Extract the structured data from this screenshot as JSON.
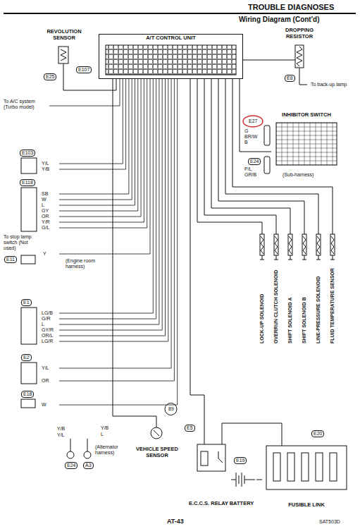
{
  "diagram": {
    "title": "TROUBLE DIAGNOSES",
    "nodes": [
      {
        "text": [
          "REVOLUTION SENSOR"
        ]
      },
      {
        "text": [
          "A/T CONTROL UNIT"
        ]
      },
      {
        "text": [
          "DROPPING RESISTOR"
        ]
      },
      {
        "text": [
          "INHIBITOR SWITCH"
        ]
      },
      {
        "text": [
          "LOCK-UP SOLENOID"
        ]
      },
      {
        "text": [
          "OVERRUN CLUTCH SOLENOID"
        ]
      },
      {
        "text": [
          "SHIFT SOLENOID A"
        ]
      },
      {
        "text": [
          "SHIFT SOLENOID B"
        ]
      },
      {
        "text": [
          "LINE-PRESSURE SOLENOID"
        ]
      },
      {
        "text": [
          "FLUID TEMPERATURE SENSOR"
        ]
      },
      {
        "text": [
          "VEHICLE SPEED SENSOR"
        ]
      },
      {
        "text": [
          "E.C.C.S. RELAY"
        ]
      },
      {
        "text": [
          "FUSIBLE LINK"
        ]
      },
      {
        "text": [
          "BATTERY"
        ]
      }
    ],
    "edges": [
      {
        "from": 0,
        "to": 1,
        "arrow": "none"
      },
      {
        "from": 2,
        "to": 1,
        "arrow": "none"
      },
      {
        "from": 1,
        "to": 3,
        "arrow": "none"
      },
      {
        "from": 1,
        "to": 4,
        "arrow": "none"
      },
      {
        "from": 1,
        "to": 5,
        "arrow": "none"
      },
      {
        "from": 1,
        "to": 6,
        "arrow": "none"
      },
      {
        "from": 1,
        "to": 7,
        "arrow": "none"
      },
      {
        "from": 1,
        "to": 8,
        "arrow": "none"
      },
      {
        "from": 1,
        "to": 9,
        "arrow": "none"
      },
      {
        "from": 1,
        "to": 10,
        "arrow": "none"
      },
      {
        "from": 1,
        "to": 11,
        "arrow": "none"
      },
      {
        "from": 12,
        "to": 11,
        "arrow": "none"
      },
      {
        "from": 13,
        "to": 12,
        "arrow": "none"
      }
    ],
    "labels": [
      "Wiring Diagram (Cont'd)",
      "E107",
      "E25",
      "To A/C system (Turbo model)",
      "E103",
      "Y/L",
      "Y/B",
      "E118",
      "SB",
      "W",
      "L",
      "GY",
      "OR",
      "Y/R",
      "G/L",
      "To stop lamp switch (Not used)",
      "Y",
      "E11",
      "(Engine room harness)",
      "E1",
      "LG/B",
      "G/R",
      "L",
      "GY/R",
      "OR/L",
      "LG/R",
      "E2",
      "Y/L",
      "OR",
      "E18",
      "W",
      "Y/B",
      "Y/L",
      "E24",
      "A3",
      "Y/B",
      "L",
      "(Alternator harness)",
      "89",
      "E5",
      "E19",
      "E20",
      "E8",
      "To back-up lamp",
      "E27",
      "G",
      "BR/W",
      "B",
      "E24",
      "P/L",
      "GR/B",
      "(Sub-harness)",
      "SAT503D",
      "AT-43"
    ]
  }
}
